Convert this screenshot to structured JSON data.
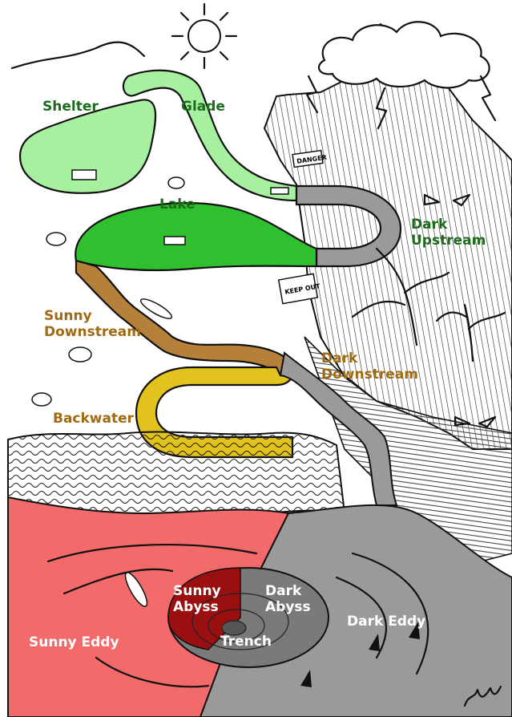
{
  "labels": {
    "shelter": "Shelter",
    "glade": "Glade",
    "lake": "Lake",
    "dark_upstream": "Dark Upstream",
    "sunny_downstream": "Sunny Downstream",
    "dark_downstream": "Dark Downstream",
    "backwater": "Backwater",
    "sunny_abyss": "Sunny Abyss",
    "dark_abyss": "Dark Abyss",
    "dark_eddy": "Dark Eddy",
    "sunny_eddy": "Sunny Eddy",
    "trench": "Trench"
  },
  "signs": {
    "danger": "DANGER",
    "keep_out": "KEEP OUT"
  },
  "colors": {
    "sunny_green_light": "#a6f0a0",
    "sunny_green": "#2fbf2f",
    "dark_grey": "#9a9a9a",
    "sunny_brown": "#b5803a",
    "backwater_yellow": "#e2c21c",
    "sunny_red": "#f26a6a",
    "deep_red": "#9a1010",
    "label_green": "#1e6b1e",
    "label_brown": "#a06a12",
    "label_white": "#ffffff"
  },
  "icons": [
    "sun-icon",
    "storm-cloud-icon",
    "lightning-icon",
    "sheep-icon",
    "boat-icon",
    "kayak-icon",
    "shark-fin-icon",
    "dead-tree-icon",
    "eyes-icon",
    "artist-signature-icon"
  ]
}
